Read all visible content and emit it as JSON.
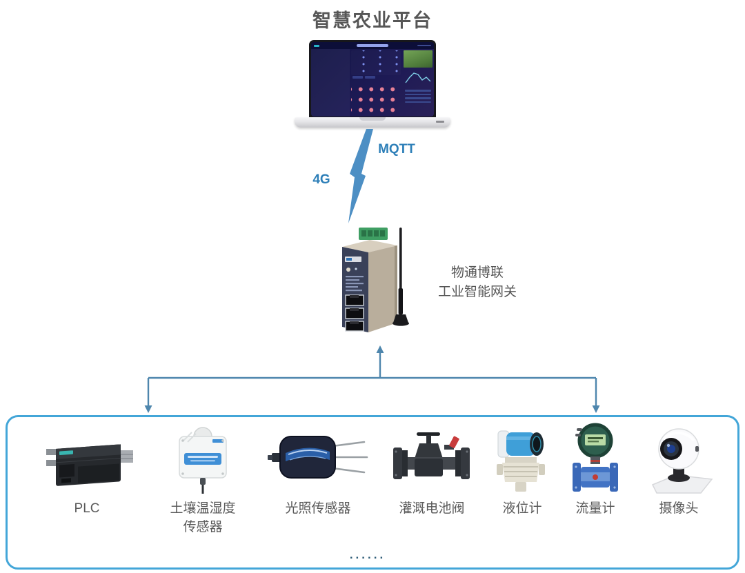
{
  "page": {
    "title": "智慧农业平台"
  },
  "platform": {
    "screen_name": "smart-agriculture-dashboard"
  },
  "connection": {
    "protocol_label": "MQTT",
    "network_label": "4G"
  },
  "gateway": {
    "label_line1": "物通博联",
    "label_line2": "工业智能网关"
  },
  "devices": {
    "items": [
      {
        "name": "plc",
        "label": "PLC"
      },
      {
        "name": "soil-sensor",
        "label": "土壤温湿度传感器",
        "lines": [
          "土壤温湿度",
          "传感器"
        ]
      },
      {
        "name": "light-sensor",
        "label": "光照传感器"
      },
      {
        "name": "irrigation-valve",
        "label": "灌溉电池阀"
      },
      {
        "name": "level-gauge",
        "label": "液位计"
      },
      {
        "name": "flow-meter",
        "label": "流量计"
      },
      {
        "name": "camera",
        "label": "摄像头"
      }
    ],
    "ellipsis": "......"
  },
  "colors": {
    "connector_blue": "#4e86ad",
    "panel_border_blue": "#43a6d8",
    "label_gray": "#595959",
    "protocol_blue": "#2d7fb8",
    "lightning_blue": "#4d8fc4"
  }
}
